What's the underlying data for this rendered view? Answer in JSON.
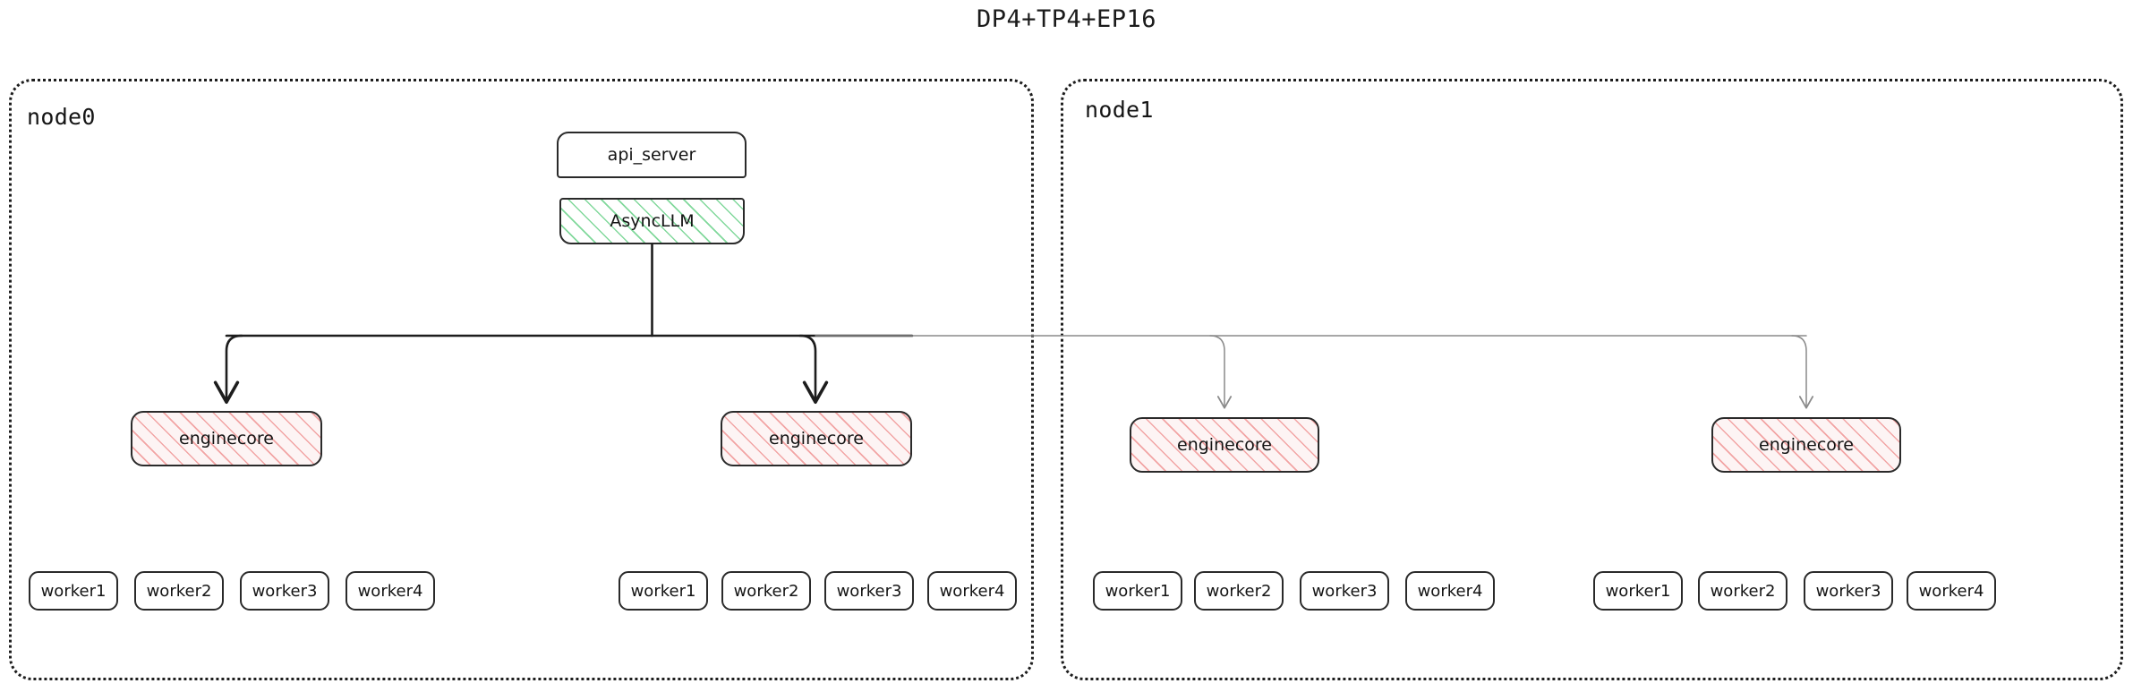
{
  "title": "DP4+TP4+EP16",
  "colors": {
    "background": "#ffffff",
    "text": "#141414",
    "node_border": "#1d1d1d",
    "box_border": "#2a2a2a",
    "async_hatch": "#7ad696",
    "enginecore_hatch": "#f09696",
    "enginecore_fill": "#fdf4f4",
    "edge_strong": "#1d1d1d",
    "edge_faint": "#8a8a8a"
  },
  "nodes": [
    {
      "id": "node0",
      "label": "node0",
      "api_server": {
        "label": "api_server"
      },
      "async_llm": {
        "label": "AsyncLLM"
      },
      "engine_groups": [
        {
          "enginecore": {
            "label": "enginecore"
          },
          "workers": [
            {
              "label": "worker1"
            },
            {
              "label": "worker2"
            },
            {
              "label": "worker3"
            },
            {
              "label": "worker4"
            }
          ]
        },
        {
          "enginecore": {
            "label": "enginecore"
          },
          "workers": [
            {
              "label": "worker1"
            },
            {
              "label": "worker2"
            },
            {
              "label": "worker3"
            },
            {
              "label": "worker4"
            }
          ]
        }
      ]
    },
    {
      "id": "node1",
      "label": "node1",
      "engine_groups": [
        {
          "enginecore": {
            "label": "enginecore"
          },
          "workers": [
            {
              "label": "worker1"
            },
            {
              "label": "worker2"
            },
            {
              "label": "worker3"
            },
            {
              "label": "worker4"
            }
          ]
        },
        {
          "enginecore": {
            "label": "enginecore"
          },
          "workers": [
            {
              "label": "worker1"
            },
            {
              "label": "worker2"
            },
            {
              "label": "worker3"
            },
            {
              "label": "worker4"
            }
          ]
        }
      ]
    }
  ]
}
